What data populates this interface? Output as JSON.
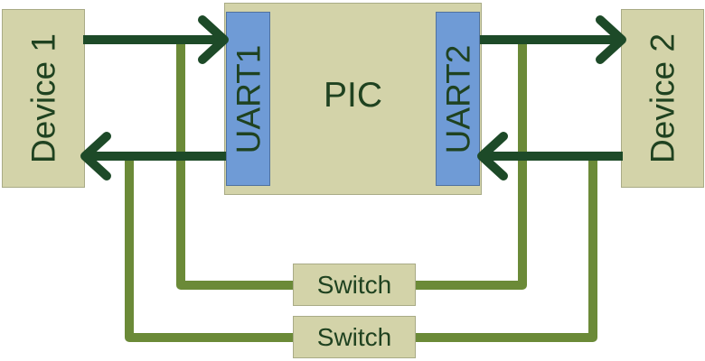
{
  "diagram": {
    "device1": {
      "label": "Device 1"
    },
    "device2": {
      "label": "Device 2"
    },
    "pic": {
      "label": "PIC"
    },
    "uart1": {
      "label": "UART1"
    },
    "uart2": {
      "label": "UART2"
    },
    "switch_top": {
      "label": "Switch"
    },
    "switch_bottom": {
      "label": "Switch"
    }
  },
  "colors": {
    "block_fill": "#d3d3a9",
    "uart_fill": "#6f9bd6",
    "signal_line": "#1d4a28",
    "switch_line": "#6b8a38",
    "label_text": "#1f4220"
  }
}
